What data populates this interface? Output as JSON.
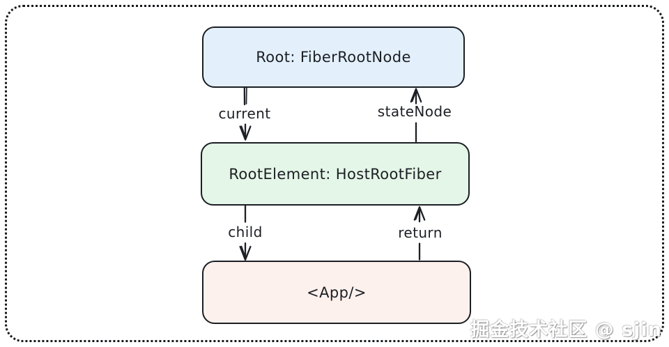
{
  "diagram": {
    "nodes": [
      {
        "id": "root",
        "label": "Root: FiberRootNode",
        "fill": "#e3f0fc"
      },
      {
        "id": "root-element",
        "label": "RootElement: HostRootFiber",
        "fill": "#e4f6e7"
      },
      {
        "id": "app",
        "label": "<App/>",
        "fill": "#fdf1ee"
      }
    ],
    "edges": [
      {
        "label": "current",
        "from": "root",
        "to": "root-element",
        "direction": "down"
      },
      {
        "label": "stateNode",
        "from": "root-element",
        "to": "root",
        "direction": "up"
      },
      {
        "label": "child",
        "from": "root-element",
        "to": "app",
        "direction": "down"
      },
      {
        "label": "return",
        "from": "app",
        "to": "root-element",
        "direction": "up"
      }
    ],
    "ink_color": "#1c1f24",
    "frame_style": "dotted",
    "watermark": "掘金技术社区 @ sjin"
  }
}
